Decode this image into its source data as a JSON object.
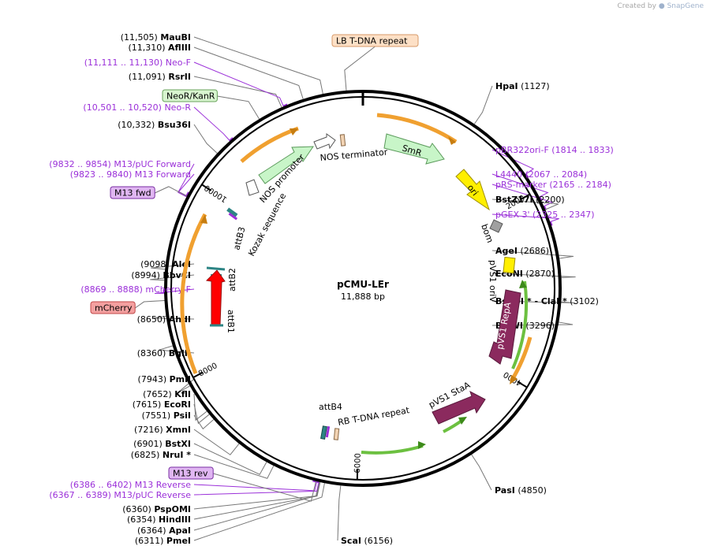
{
  "credit": {
    "prefix": "Created by",
    "brand": "SnapGene"
  },
  "plasmid": {
    "name": "pCMU-LEr",
    "size": "11,888 bp",
    "total_bp": 11888
  },
  "ticks": [
    {
      "label": "2000",
      "bp": 2000
    },
    {
      "label": "4000",
      "bp": 4000
    },
    {
      "label": "6000",
      "bp": 6000
    },
    {
      "label": "8000",
      "bp": 8000
    },
    {
      "label": "10000",
      "bp": 10000
    }
  ],
  "sites": [
    {
      "name": "HpaI",
      "pos": "(1127)",
      "side": "right",
      "bp": 1127,
      "bold": true
    },
    {
      "name": "pBR322ori-F",
      "pos": "(1814 .. 1833)",
      "side": "right",
      "bp": 1814,
      "primer": true
    },
    {
      "name": "L4440",
      "pos": "(2067 .. 2084)",
      "side": "right",
      "bp": 2067,
      "primer": true
    },
    {
      "name": "pRS-marker",
      "pos": "(2165 .. 2184)",
      "side": "right",
      "bp": 2165,
      "primer": true
    },
    {
      "name": "BstZ17I",
      "pos": "(2200)",
      "side": "right",
      "bp": 2200,
      "bold": true
    },
    {
      "name": "pGEX 3'",
      "pos": "(2325 .. 2347)",
      "side": "right",
      "bp": 2325,
      "primer": true
    },
    {
      "name": "AgeI",
      "pos": "(2686)",
      "side": "right",
      "bp": 2686,
      "bold": true
    },
    {
      "name": "EcoNI",
      "pos": "(2870)",
      "side": "right",
      "bp": 2870,
      "bold": true
    },
    {
      "name": "BspDI * - ClaI *",
      "pos": "(3102)",
      "side": "right",
      "bp": 3102,
      "bold": true
    },
    {
      "name": "BsiWI",
      "pos": "(3296)",
      "side": "right",
      "bp": 3296,
      "bold": true
    },
    {
      "name": "PasI",
      "pos": "(4850)",
      "side": "right",
      "bp": 4850,
      "bold": true
    },
    {
      "name": "ScaI",
      "pos": "(6156)",
      "side": "right",
      "bp": 6156,
      "bold": true
    },
    {
      "name": "PmeI",
      "pos": "(6311)",
      "side": "left",
      "bp": 6311,
      "bold": true
    },
    {
      "name": "HindIII",
      "pos": "(6354)",
      "side": "left",
      "bp": 6354,
      "bold": true
    },
    {
      "name": "PspOMI",
      "pos": "(6360)",
      "side": "left",
      "bp": 6360,
      "bold": true
    },
    {
      "name": "ApaI",
      "pos": "(6364)",
      "side": "left",
      "bp": 6364,
      "bold": true
    },
    {
      "name": "M13/pUC Reverse",
      "pos": "(6367 .. 6389)",
      "side": "left",
      "bp": 6367,
      "primer": true
    },
    {
      "name": "M13 Reverse",
      "pos": "(6386 .. 6402)",
      "side": "left",
      "bp": 6386,
      "primer": true
    },
    {
      "name": "NruI *",
      "pos": "(6825)",
      "side": "left",
      "bp": 6825,
      "bold": true
    },
    {
      "name": "BstXI",
      "pos": "(6901)",
      "side": "left",
      "bp": 6901,
      "bold": true
    },
    {
      "name": "XmnI",
      "pos": "(7216)",
      "side": "left",
      "bp": 7216,
      "bold": true
    },
    {
      "name": "PsiI",
      "pos": "(7551)",
      "side": "left",
      "bp": 7551,
      "bold": true
    },
    {
      "name": "EcoRI",
      "pos": "(7615)",
      "side": "left",
      "bp": 7615,
      "bold": true
    },
    {
      "name": "KflI",
      "pos": "(7652)",
      "side": "left",
      "bp": 7652,
      "bold": true
    },
    {
      "name": "PmlI",
      "pos": "(7943)",
      "side": "left",
      "bp": 7943,
      "bold": true
    },
    {
      "name": "BglII",
      "pos": "(8360)",
      "side": "left",
      "bp": 8360,
      "bold": true
    },
    {
      "name": "AhdI",
      "pos": "(8650)",
      "side": "left",
      "bp": 8650,
      "bold": true
    },
    {
      "name": "mCherry-F",
      "pos": "(8869 .. 8888)",
      "side": "left",
      "bp": 8869,
      "primer": true
    },
    {
      "name": "BbvCI",
      "pos": "(8994)",
      "side": "left",
      "bp": 8994,
      "bold": true
    },
    {
      "name": "AleI",
      "pos": "(9098)",
      "side": "left",
      "bp": 9098,
      "bold": true
    },
    {
      "name": "M13 Forward",
      "pos": "(9823 .. 9840)",
      "side": "left",
      "bp": 9823,
      "primer": true
    },
    {
      "name": "M13/pUC Forward",
      "pos": "(9832 .. 9854)",
      "side": "left",
      "bp": 9832,
      "primer": true
    },
    {
      "name": "Bsu36I",
      "pos": "(10,332)",
      "side": "left",
      "bp": 10332,
      "bold": true
    },
    {
      "name": "Neo-R",
      "pos": "(10,501 .. 10,520)",
      "side": "left",
      "bp": 10501,
      "primer": true
    },
    {
      "name": "RsrII",
      "pos": "(11,091)",
      "side": "left",
      "bp": 11091,
      "bold": true
    },
    {
      "name": "Neo-F",
      "pos": "(11,111 .. 11,130)",
      "side": "left",
      "bp": 11111,
      "primer": true
    },
    {
      "name": "AflIII",
      "pos": "(11,310)",
      "side": "left",
      "bp": 11310,
      "bold": true
    },
    {
      "name": "MauBI",
      "pos": "(11,505)",
      "side": "left",
      "bp": 11505,
      "bold": true
    }
  ],
  "boxed_labels": [
    {
      "text": "LB T-DNA repeat",
      "bp": 11730,
      "fill": "#fde0c6",
      "stroke": "#d79a69",
      "color": "#000000"
    },
    {
      "text": "NeoR/KanR",
      "bp": 10850,
      "fill": "#d8f5cf",
      "stroke": "#6aa35c",
      "color": "#000000"
    },
    {
      "text": "M13 fwd",
      "bp": 9830,
      "fill": "#e0b6f2",
      "stroke": "#7a2fa3",
      "color": "#000000"
    },
    {
      "text": "mCherry",
      "bp": 8800,
      "fill": "#f4a0a0",
      "stroke": "#c04848",
      "color": "#000000"
    },
    {
      "text": "M13 rev",
      "bp": 6395,
      "fill": "#e0b6f2",
      "stroke": "#7a2fa3",
      "color": "#000000"
    }
  ],
  "features": [
    {
      "label": "NOS terminator"
    },
    {
      "label": "SmR"
    },
    {
      "label": "ori"
    },
    {
      "label": "bom"
    },
    {
      "label": "pVS1 oriV"
    },
    {
      "label": "pVS1 RepA"
    },
    {
      "label": "pVS1 StaA"
    },
    {
      "label": "RB T-DNA repeat"
    },
    {
      "label": "attB4"
    },
    {
      "label": "attB1"
    },
    {
      "label": "attB2"
    },
    {
      "label": "attB3"
    },
    {
      "label": "Kozak sequence"
    },
    {
      "label": "NOS promoter"
    }
  ],
  "colors": {
    "backbone": "#000000",
    "orange_orf": "#f0a030",
    "green_orf": "#6cc040",
    "primer": "#9b30d9",
    "leader_gray": "#777777",
    "smr": "#c8f5c8",
    "ori": "#ffef00",
    "bom": "#a0a0a0",
    "repa": "#8b2a5e",
    "mcherry": "#ff0000",
    "att": "#2d8585"
  }
}
